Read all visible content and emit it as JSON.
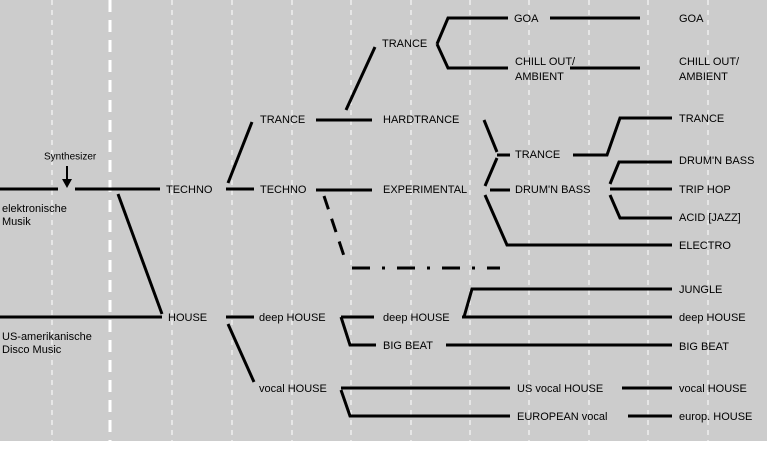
{
  "colors": {
    "background": "#cccccc",
    "lines": "#000000",
    "grid": "#ffffff"
  },
  "roots": {
    "synthesizer": "Synthesizer",
    "electronic_line1": "elektronische",
    "electronic_line2": "Musik",
    "disco_line1": "US-amerikanische",
    "disco_line2": "Disco Music"
  },
  "level1": {
    "techno": "TECHNO",
    "house": "HOUSE"
  },
  "level2": {
    "trance": "TRANCE",
    "techno": "TECHNO",
    "deep_house": "deep HOUSE",
    "vocal_house": "vocal HOUSE"
  },
  "level3": {
    "trance": "TRANCE",
    "hardtrance": "HARDTRANCE",
    "experimental": "EXPERIMENTAL",
    "deep_house": "deep HOUSE",
    "big_beat": "BIG BEAT"
  },
  "level4": {
    "goa": "GOA",
    "chill_line1": "CHILL OUT/",
    "chill_line2": "AMBIENT",
    "trance": "TRANCE",
    "drum_n_bass": "DRUM'N BASS",
    "us_vocal_house": "US vocal HOUSE",
    "european_vocal": "EUROPEAN vocal"
  },
  "level5": {
    "goa": "GOA",
    "chill_line1": "CHILL OUT/",
    "chill_line2": "AMBIENT",
    "trance": "TRANCE",
    "drum_n_bass": "DRUM'N BASS",
    "trip_hop": "TRIP HOP",
    "acid_jazz": "ACID [JAZZ]",
    "electro": "ELECTRO",
    "jungle": "JUNGLE",
    "deep_house": "deep HOUSE",
    "big_beat": "BIG BEAT",
    "vocal_house": "vocal HOUSE",
    "europ_house": "europ. HOUSE"
  }
}
